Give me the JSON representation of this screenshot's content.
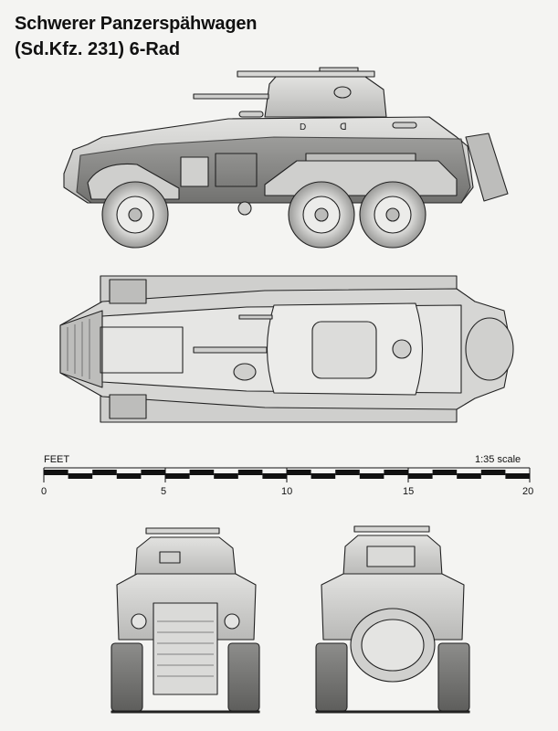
{
  "title": "Schwerer Panzerspähwagen",
  "subtitle": "(Sd.Kfz. 231) 6-Rad",
  "scale": {
    "unit": "FEET",
    "ratio": "1:35 scale",
    "ticks": [
      "0",
      "5",
      "10",
      "15",
      "20"
    ]
  },
  "views": [
    {
      "name": "side-view"
    },
    {
      "name": "top-view"
    },
    {
      "name": "front-view"
    },
    {
      "name": "rear-view"
    }
  ]
}
